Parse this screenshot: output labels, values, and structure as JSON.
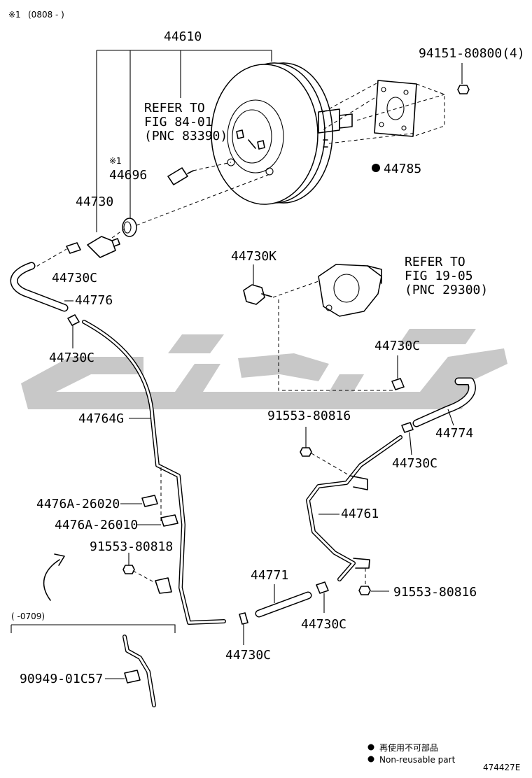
{
  "header": {
    "note_mark": "※1",
    "note_range": "(0808 -     )"
  },
  "labels": {
    "p44610": "44610",
    "p94151": "94151-80800(4)",
    "refer1_line1": "REFER TO",
    "refer1_line2": "FIG 84-01",
    "refer1_line3": "(PNC 83390)",
    "p44696_mark": "※1",
    "p44696": "44696",
    "p44785": "44785",
    "p44730": "44730",
    "p44730C_a": "44730C",
    "p44776": "44776",
    "p44730K": "44730K",
    "refer2_line1": "REFER TO",
    "refer2_line2": "FIG 19-05",
    "refer2_line3": "(PNC 29300)",
    "p44730C_b": "44730C",
    "p44730C_c": "44730C",
    "p44764G": "44764G",
    "p91553_a": "91553-80816",
    "p44774": "44774",
    "p44730C_d": "44730C",
    "p4476A_26020": "4476A-26020",
    "p44761": "44761",
    "p4476A_26010": "4476A-26010",
    "p91553_b": "91553-80818",
    "p44771": "44771",
    "p91553_c": "91553-80816",
    "p44730C_e": "44730C",
    "p44730C_f": "44730C",
    "inset_range": "(      -0709)",
    "p90949": "90949-01C57"
  },
  "legend": {
    "line1": "再使用不可部品",
    "line2": "Non-reusable part"
  },
  "footer": {
    "drawing_id": "474427E"
  },
  "colors": {
    "line": "#000000",
    "watermark": "#9a9a9a",
    "background": "#ffffff"
  }
}
